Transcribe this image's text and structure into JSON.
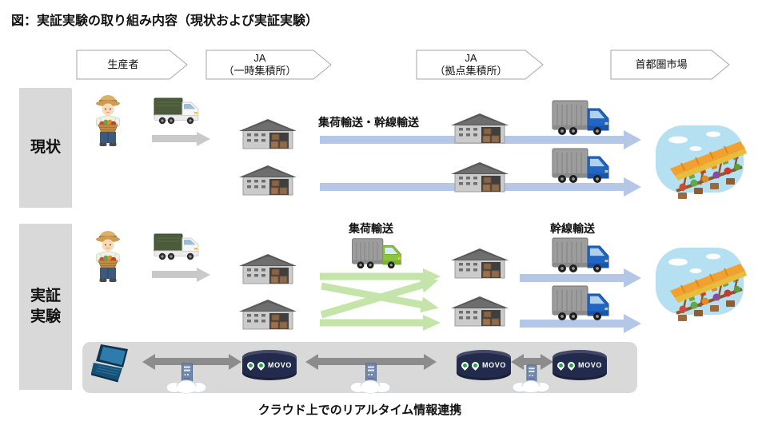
{
  "title": "図：実証実験の取り組み内容（現状および実証実験）",
  "header": {
    "stages": [
      {
        "line1": "生産者",
        "line2": ""
      },
      {
        "line1": "JA",
        "line2": "（一時集積所）"
      },
      {
        "line1": "JA",
        "line2": "（拠点集積所）"
      },
      {
        "line1": "首都圏市場",
        "line2": ""
      }
    ]
  },
  "rows": {
    "current": {
      "label_line1": "現状",
      "label_line2": "",
      "transport_label": "集荷輸送・幹線輸送"
    },
    "experiment": {
      "label_line1": "実証",
      "label_line2": "実験",
      "collection_label": "集荷輸送",
      "trunk_label": "幹線輸送"
    }
  },
  "cloud_band": {
    "movo_label": "MOVO",
    "caption": "クラウド上でのリアルタイム情報連携"
  },
  "colors": {
    "trunk_arrow_blue": "#b4c7e7",
    "collection_arrow_green": "#bfe2a2",
    "row_label_bg": "#d9d9d9",
    "cloud_band_bg": "#d9d9d9",
    "info_arrow_gray": "#8c8c8c",
    "movo_navy": "#232b4d"
  },
  "icons": {
    "farmer-icon": "farmer holding vegetable basket",
    "covered-truck-icon": "small covered farm truck",
    "warehouse-icon": "collection warehouse",
    "blue-truck-icon": "large blue trunk-line truck",
    "green-truck-icon": "green collection truck",
    "market-icon": "metropolitan produce market",
    "laptop-icon": "laptop computer",
    "movo-database-icon": "MOVO cloud platform",
    "cloud-server-icon": "server on cloud"
  }
}
